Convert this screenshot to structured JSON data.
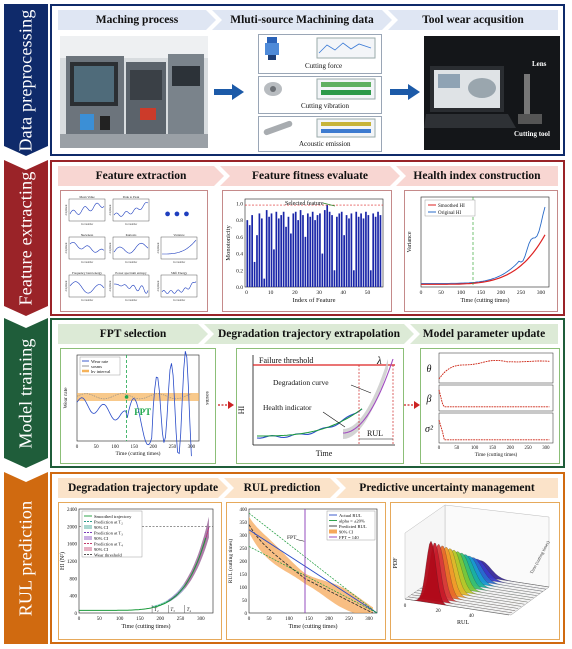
{
  "sections": [
    {
      "label": "Data preprocessing",
      "color": "#0f2a6a",
      "light": "#dfe6f3"
    },
    {
      "label": "Feature extracting",
      "color": "#9a2328",
      "light": "#f8d6d2"
    },
    {
      "label": "Model training",
      "color": "#1f5d3a",
      "light": "#dcead6"
    },
    {
      "label": "RUL prediction",
      "color": "#d06a10",
      "light": "#fbe3c9"
    }
  ],
  "s1": {
    "headers": [
      "Maching process",
      "Mluti-source Machining data",
      "Tool wear acqusition"
    ],
    "signals": [
      "Cutting force",
      "Cutting vibration",
      "Acoustic emission"
    ],
    "callouts": [
      "Lens",
      "Cutting tool"
    ]
  },
  "s2": {
    "headers": [
      "Feature extraction",
      "Feature fitness evaluate",
      "Health index construction"
    ],
    "dots": "● ● ●",
    "mini_titles": [
      "Mean Value",
      "Peak to Peak",
      "Skewness",
      "Kurtosis",
      "Variance",
      "Frequency band energy",
      "Power spectrum entropy",
      "Shift Energy"
    ],
    "mini_ylabel": "Amplitude",
    "mini_xlabel": "Cut number",
    "monotonicity": {
      "annotation": "Selected feature",
      "ylabel": "Monotonicity",
      "xlabel": "Index of Feature",
      "yticks": [
        "0.0",
        "0.2",
        "0.4",
        "0.6",
        "0.8",
        "1.0"
      ],
      "xticks": [
        "0",
        "10",
        "20",
        "30",
        "40",
        "50"
      ]
    },
    "health": {
      "legend": [
        "Smoothed HI",
        "Original HI"
      ],
      "ylabel": "Variance",
      "xlabel": "Time (cutting times)",
      "xticks": [
        "0",
        "50",
        "100",
        "150",
        "200",
        "250",
        "300"
      ]
    }
  },
  "s3": {
    "headers": [
      "FPT selection",
      "Degradation trajectory extrapolation",
      "Model parameter update"
    ],
    "fpt": {
      "legend": [
        "Wear rate",
        "sosms",
        "hv interval"
      ],
      "label": "FPT",
      "ylabel": "Wear rate",
      "y2label": "sosms",
      "xlabel": "Time (cutting times)",
      "xticks": [
        "0",
        "50",
        "100",
        "150",
        "200",
        "250",
        "300"
      ]
    },
    "degradation": {
      "threshold": "Failure threshold",
      "lambda": "λ",
      "curve": "Degradation curve",
      "indicator": "Health indicator",
      "rul": "RUL",
      "ylabel": "HI",
      "xlabel": "Time"
    },
    "params": {
      "symbols": [
        "θ",
        "β",
        "σ²"
      ],
      "xlabel": "Time (cutting times)",
      "xticks": [
        "0",
        "50",
        "100",
        "150",
        "200",
        "250",
        "300"
      ]
    }
  },
  "s4": {
    "headers": [
      "Degradation trajectory update",
      "RUL prediction",
      "Predictive uncertainty management"
    ],
    "traj": {
      "legend": [
        "Smoothed trajectory",
        "Prediction at T₂",
        "90% CI",
        "Prediction at T₃",
        "90% CI",
        "Prediction at T₄",
        "90% CI",
        "Wear threshold"
      ],
      "ylabel": "HI (N²)",
      "xlabel": "Time (cutting times)",
      "yticks": [
        "0",
        "400",
        "800",
        "1200",
        "1600",
        "2000",
        "2400"
      ],
      "xticks": [
        "0",
        "50",
        "100",
        "150",
        "200",
        "250",
        "300"
      ],
      "tlabels": [
        "T₂",
        "T₃",
        "T₄"
      ]
    },
    "rul": {
      "legend": [
        "Actual RUL",
        "alpha = ±20%",
        "Predicted RUL",
        "90% CI",
        "FPT = 140"
      ],
      "fpt": "FPT",
      "ylabel": "RUL (cutting times)",
      "xlabel": "Time (cutting times)",
      "yticks": [
        "0",
        "50",
        "100",
        "150",
        "200",
        "250",
        "300",
        "350",
        "400"
      ],
      "xticks": [
        "0",
        "50",
        "100",
        "150",
        "200",
        "250",
        "300"
      ]
    },
    "pdf": {
      "ylabel": "PDF",
      "xlabel": "RUL",
      "xticks": [
        "0",
        "20",
        "40"
      ],
      "depth": "Time (cutting times)"
    }
  }
}
